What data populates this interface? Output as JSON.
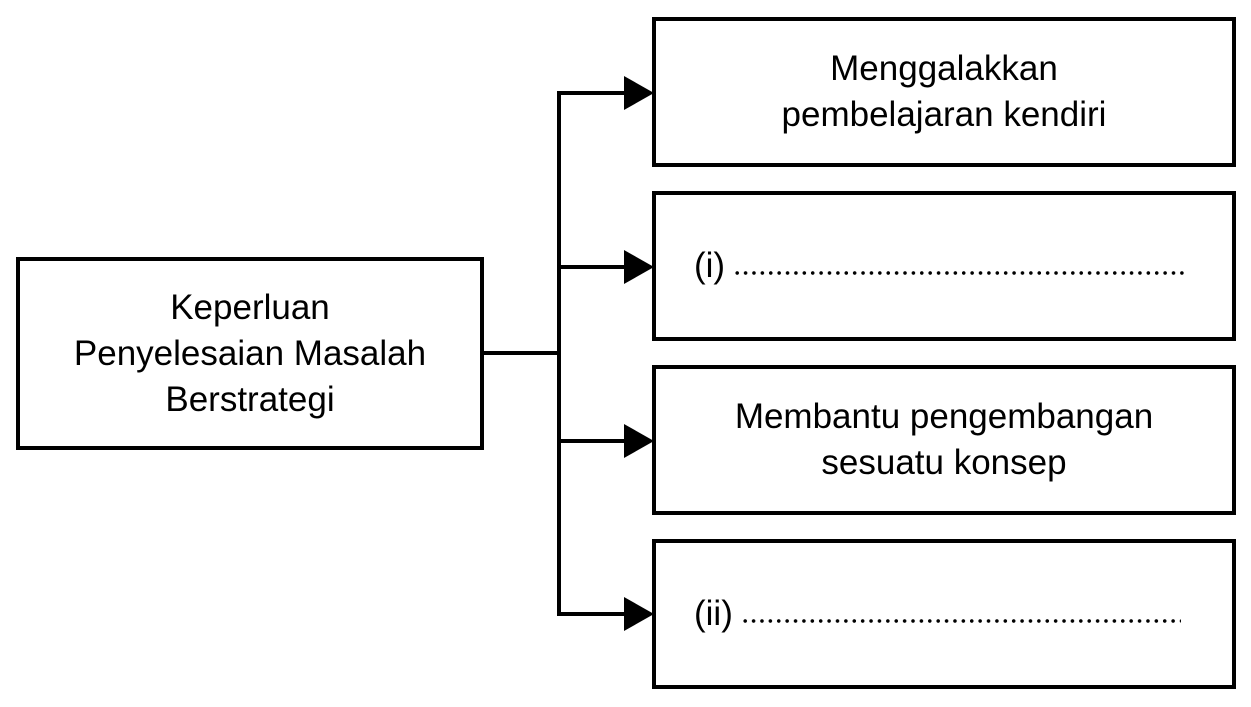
{
  "diagram": {
    "source": {
      "lines": [
        "Keperluan",
        "Penyelesaian Masalah",
        "Berstrategi"
      ]
    },
    "targets": [
      {
        "lines": [
          "Menggalakkan",
          "pembelajaran kendiri"
        ]
      },
      {
        "blank_label": "(i)"
      },
      {
        "lines": [
          "Membantu pengembangan",
          "sesuatu konsep"
        ]
      },
      {
        "blank_label": "(ii)"
      }
    ]
  }
}
